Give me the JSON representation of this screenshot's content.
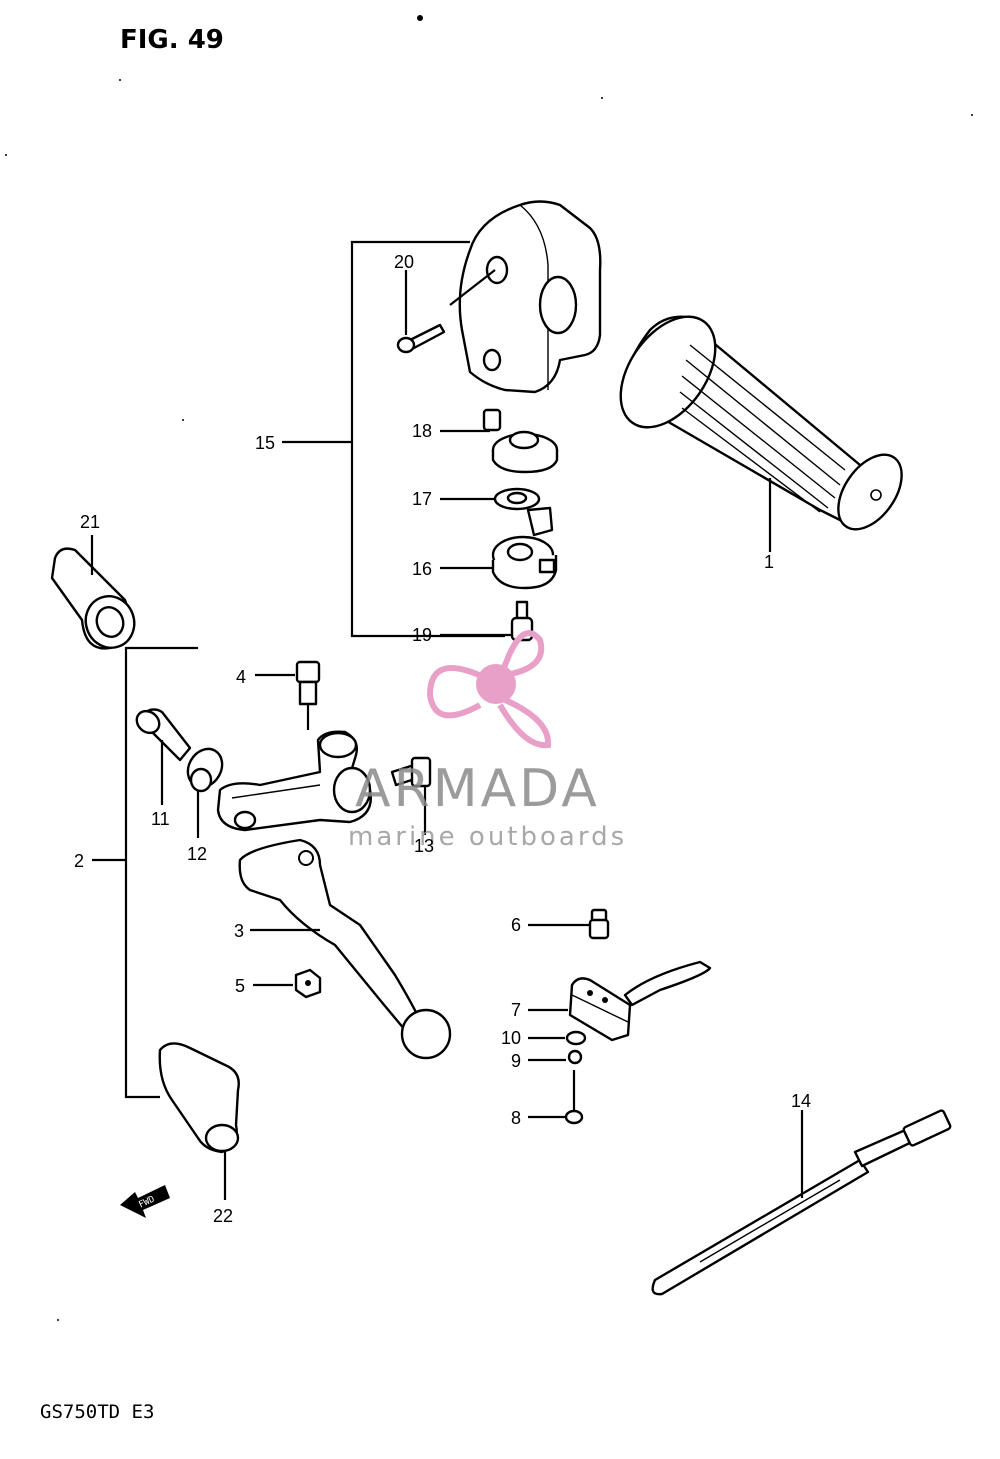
{
  "figure": {
    "title": "FIG. 49",
    "model_code": "GS750TD E3",
    "direction_marker": "FWD"
  },
  "watermark": {
    "brand": "ARMADA",
    "tagline": "marine outboards",
    "accent_color": "#e8a0c8"
  },
  "callouts": [
    {
      "id": "1",
      "label": "1"
    },
    {
      "id": "2",
      "label": "2"
    },
    {
      "id": "3",
      "label": "3"
    },
    {
      "id": "4",
      "label": "4"
    },
    {
      "id": "5",
      "label": "5"
    },
    {
      "id": "6",
      "label": "6"
    },
    {
      "id": "7",
      "label": "7"
    },
    {
      "id": "8",
      "label": "8"
    },
    {
      "id": "9",
      "label": "9"
    },
    {
      "id": "10",
      "label": "10"
    },
    {
      "id": "11",
      "label": "11"
    },
    {
      "id": "12",
      "label": "12"
    },
    {
      "id": "13",
      "label": "13"
    },
    {
      "id": "14",
      "label": "14"
    },
    {
      "id": "15",
      "label": "15"
    },
    {
      "id": "16",
      "label": "16"
    },
    {
      "id": "17",
      "label": "17"
    },
    {
      "id": "18",
      "label": "18"
    },
    {
      "id": "19",
      "label": "19"
    },
    {
      "id": "20",
      "label": "20"
    },
    {
      "id": "21",
      "label": "21"
    },
    {
      "id": "22",
      "label": "22"
    }
  ]
}
